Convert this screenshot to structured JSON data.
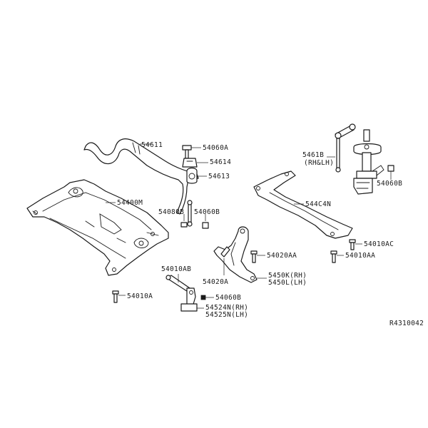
{
  "labels": {
    "p54611": "54611",
    "p54060A": "54060A",
    "p54614": "54614",
    "p54613": "54613",
    "p54400M": "54400M",
    "p54080B": "54080B",
    "p54060B_top": "54060B",
    "p5461B": "5461B",
    "p5461B_side": "(RH&LH)",
    "p54060B_strut": "54060B",
    "p544C4N": "544C4N",
    "p54010AC": "54010AC",
    "p54010AA": "54010AA",
    "p54020AA": "54020AA",
    "p54020A": "54020A",
    "p54010AB": "54010AB",
    "p54500_rh": "5450K(RH)",
    "p54501_lh": "5450L(LH)",
    "p54060B_lower": "54060B",
    "p54524_rh": "54524N(RH)",
    "p54525_lh": "54525N(LH)",
    "p54010A": "54010A",
    "ref": "R4310042"
  }
}
